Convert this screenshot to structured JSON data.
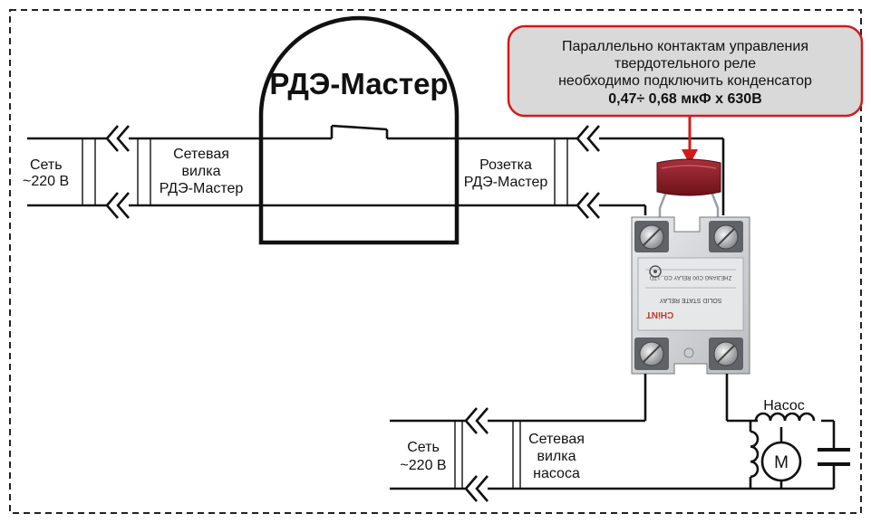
{
  "rdm_box": {
    "title": "РДЭ-Мастер"
  },
  "mains_top": {
    "line1": "Сеть",
    "line2": "~220 В"
  },
  "plug_rdm": {
    "line1": "Сетевая",
    "line2": "вилка",
    "line3": "РДЭ-Мастер"
  },
  "socket_rdm": {
    "line1": "Розетка",
    "line2": "РДЭ-Мастер"
  },
  "callout": {
    "line1": "Параллельно контактам управления",
    "line2": "твердотельного реле",
    "line3": "необходимо подключить конденсатор",
    "line4": "0,47÷ 0,68 мкФ х 630В"
  },
  "mains_bottom": {
    "line1": "Сеть",
    "line2": "~220 В"
  },
  "plug_pump": {
    "line1": "Сетевая",
    "line2": "вилка",
    "line3": "насоса"
  },
  "pump": {
    "label": "Насос",
    "motor_symbol": "M"
  },
  "relay": {
    "line1": "SOLID STATE RELAY",
    "line2": "ZHEJIANG CIXI RELAY CO., LTD",
    "brand": "CHiNT"
  },
  "colors": {
    "callout_fill": "#d9d9d9",
    "callout_border": "#d11b1b",
    "arrow": "#d11b1b",
    "capacitor": "#8b1d22"
  }
}
